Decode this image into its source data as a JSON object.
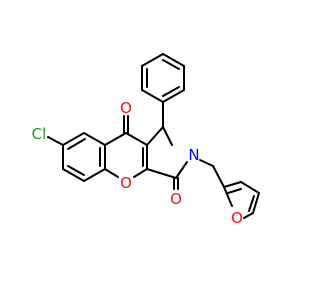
{
  "molecule": {
    "atom_labels": {
      "chlorine": "Cl",
      "oxygen_ketone": "O",
      "oxygen_ring": "O",
      "oxygen_lactam": "O",
      "nitrogen": "N",
      "oxygen_furan": "O"
    },
    "colors": {
      "bond": "#000000",
      "oxygen": "#ff0d0d",
      "nitrogen": "#0000ff",
      "chlorine": "#1fa01f"
    }
  }
}
